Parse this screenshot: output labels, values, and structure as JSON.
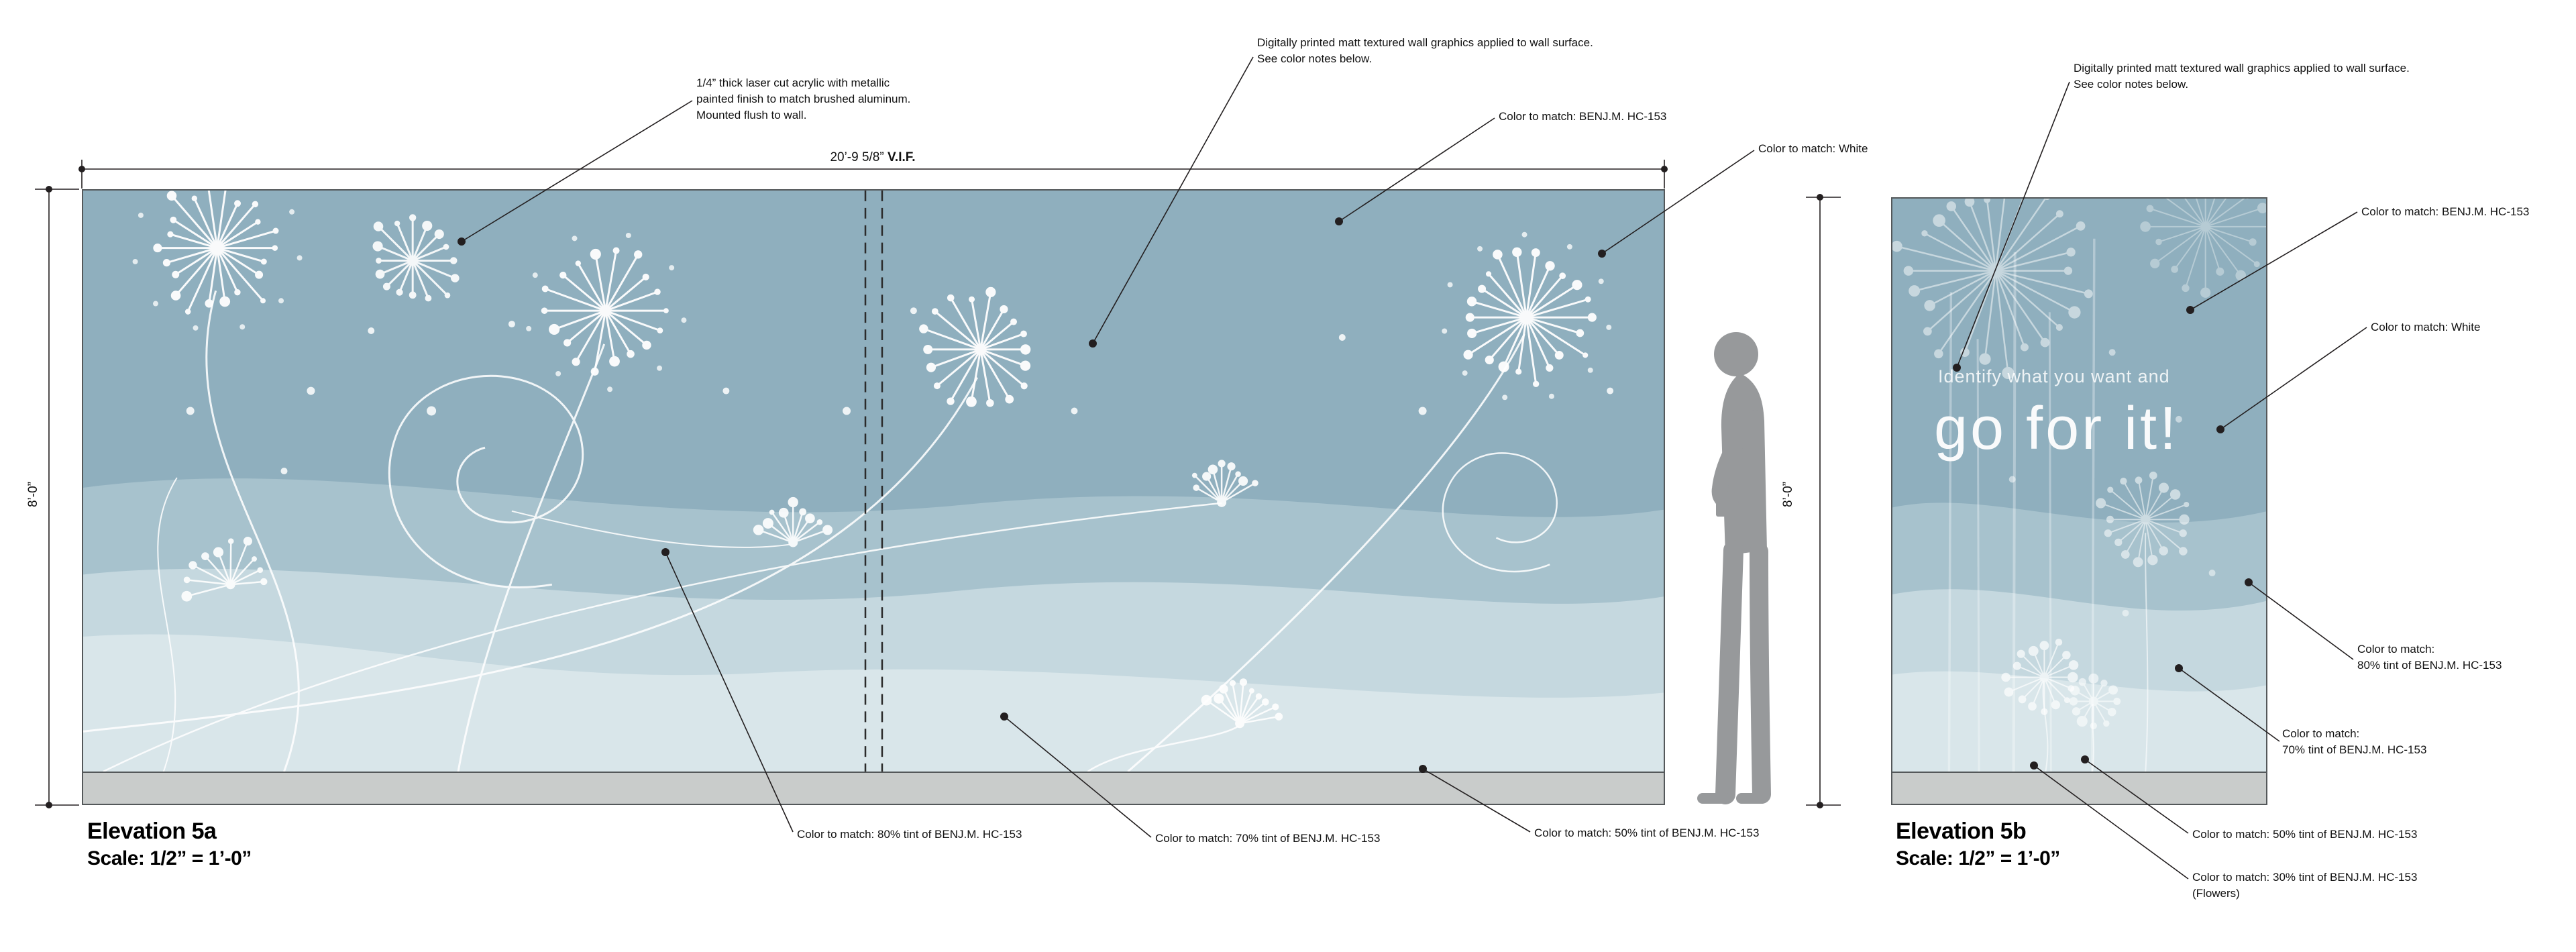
{
  "palette": {
    "wall_base": "#8FAFBE",
    "tint_80": "#A7C2CD",
    "tint_70": "#B9CED7",
    "tint_50": "#C5D8DF",
    "tint_30": "#D9E6EA",
    "flower_white": "#FFFFFF",
    "baseboard_gray": "#C9CCCB",
    "silhouette_gray": "#97999B",
    "annotation_line": "#231F20"
  },
  "dimensions": {
    "width_5a": "20’-9 5/8”",
    "vif": "V.I.F.",
    "height": "8’-0”"
  },
  "elevation_5a": {
    "title": "Elevation 5a",
    "scale": "Scale: 1/2” = 1’-0”"
  },
  "elevation_5b": {
    "title": "Elevation 5b",
    "scale": "Scale: 1/2” = 1’-0”"
  },
  "wall_text": {
    "line1": "Identify what you want and",
    "line2": "go for it!"
  },
  "notes": {
    "acrylic": [
      "1/4” thick laser cut acrylic with metallic",
      "painted finish to match brushed aluminum.",
      "Mounted flush to wall."
    ],
    "wall_graphics": [
      "Digitally printed matt textured wall graphics applied to wall surface.",
      "See color notes below."
    ],
    "match_base": "Color to match: BENJ.M. HC-153",
    "match_base_5b": "Color to match:  BENJ.M. HC-153",
    "match_white": "Color to match: White",
    "match_80": "Color to match: 80% tint of BENJ.M. HC-153",
    "match_70": "Color to match: 70% tint of BENJ.M. HC-153",
    "match_50": "Color to match: 50% tint of BENJ.M. HC-153",
    "match_80_2l": [
      "Color to match:",
      "80% tint of BENJ.M. HC-153"
    ],
    "match_70_2l": [
      "Color to match:",
      "70% tint of BENJ.M. HC-153"
    ],
    "match_30_2l": [
      "Color to match: 30% tint of BENJ.M. HC-153",
      "(Flowers)"
    ]
  }
}
